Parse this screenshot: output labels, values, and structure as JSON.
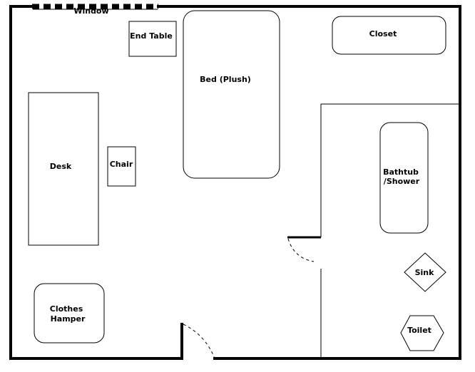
{
  "labels": {
    "window": "Window",
    "end_table": "End Table",
    "bed": "Bed (Plush)",
    "closet": "Closet",
    "desk": "Desk",
    "chair": "Chair",
    "bathtub_line1": "Bathtub",
    "bathtub_line2": "/Shower",
    "sink": "Sink",
    "clothes_hamper_line1": "Clothes",
    "clothes_hamper_line2": "Hamper",
    "toilet": "Toilet"
  }
}
